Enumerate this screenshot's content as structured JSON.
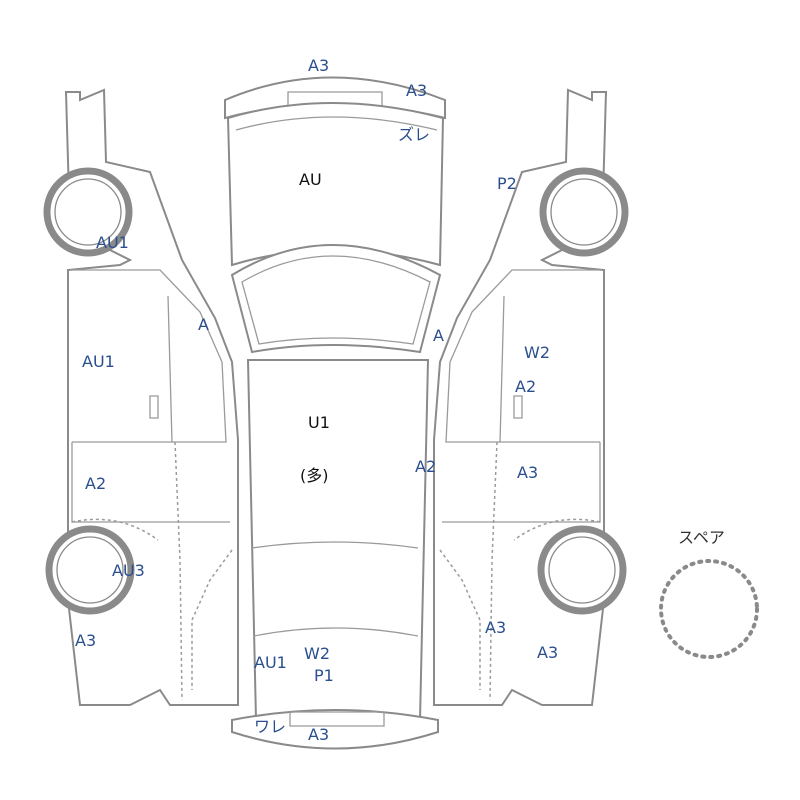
{
  "colors": {
    "outline": "#8a8a8a",
    "label_blue": "#2a4f8f",
    "label_black": "#111111",
    "background": "#ffffff"
  },
  "labels": {
    "front_bumper": "A3",
    "hood_right": "A3",
    "hood_shift": "ズレ",
    "hood": "AU",
    "left_front_fender": "AU1",
    "left_a_pillar": "A",
    "left_front_door": "AU1",
    "left_rear_door": "A2",
    "left_rear_wheel": "AU3",
    "left_rear_quarter": "A3",
    "right_front_fender": "P2",
    "right_a_pillar": "A",
    "right_front_door_top": "W2",
    "right_front_door_bottom": "A2",
    "right_side_sill": "A2",
    "right_rear_door": "A3",
    "right_rear_quarter_inner": "A3",
    "right_rear_quarter_outer": "A3",
    "roof": "U1",
    "roof_note": "(多)",
    "trunk_left": "AU1",
    "rear_glass": "W2",
    "trunk": "P1",
    "rear_bumper_crack": "ワレ",
    "rear_bumper": "A3",
    "spare_title": "スペア"
  },
  "icons": {
    "spare_tire": "spare-tire-icon",
    "wheel": "wheel-icon"
  }
}
